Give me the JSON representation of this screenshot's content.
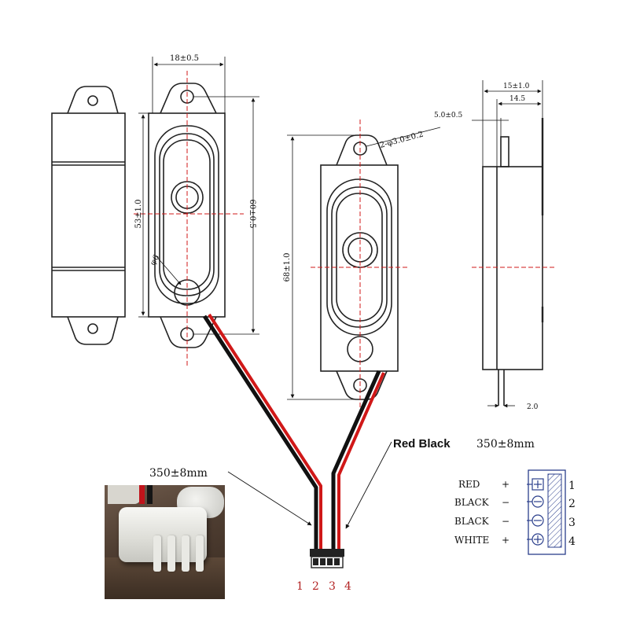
{
  "dimensions": {
    "width_18": "18±0.5",
    "height_53": "53±1.0",
    "hole_span_60": "60±0.5",
    "hole_dia_6": "φ6",
    "mount_holes": "2-φ3.0±0.2",
    "length_68": "68±1.0",
    "depth_15": "15±1.0",
    "depth_14_5": "14.5",
    "offset_5": "5.0±0.5",
    "pin_2": "2.0"
  },
  "callouts": {
    "cable_left": "350±8mm",
    "cable_right_colors": "Red Black",
    "cable_right_len": "350±8mm"
  },
  "pin_numbers": [
    "1",
    "2",
    "3",
    "4"
  ],
  "pinout": [
    {
      "label": "RED",
      "sign": "+",
      "num": "1"
    },
    {
      "label": "BLACK",
      "sign": "−",
      "num": "2"
    },
    {
      "label": "BLACK",
      "sign": "−",
      "num": "3"
    },
    {
      "label": "WHITE",
      "sign": "+",
      "num": "4"
    }
  ],
  "colors": {
    "wire_red": "#d01818",
    "wire_black": "#111111",
    "centerline": "#d01818",
    "pin_number": "#b22222",
    "outline": "#222222"
  }
}
